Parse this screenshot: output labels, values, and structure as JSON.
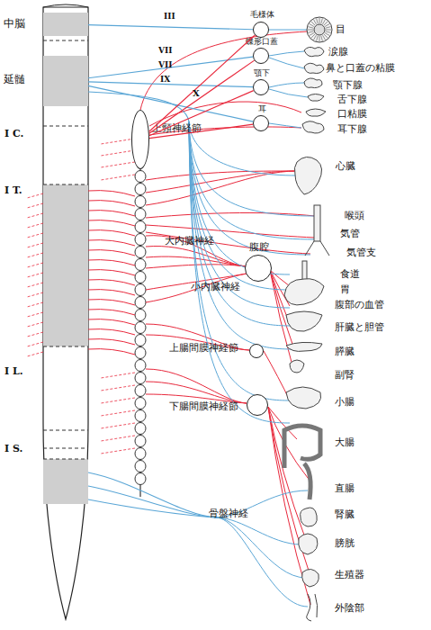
{
  "diagram": {
    "nodes": [
      {
        "text": [
          "中脳"
        ]
      },
      {
        "text": [
          "延髄"
        ]
      },
      {
        "text": [
          "毛様体"
        ]
      },
      {
        "text": [
          "蝶形口蓋"
        ]
      },
      {
        "text": [
          "顎下"
        ]
      },
      {
        "text": [
          "耳"
        ]
      },
      {
        "text": [
          "上頸神経節"
        ]
      },
      {
        "text": [
          "腹腔"
        ]
      },
      {
        "text": [
          "上腸間膜神経節"
        ]
      },
      {
        "text": [
          "下腸間膜神経節"
        ]
      }
    ],
    "edges": [
      {
        "from": 0,
        "to": 2,
        "arrow": "none",
        "label": "III"
      },
      {
        "from": 1,
        "to": 3,
        "arrow": "none",
        "label": "VII"
      },
      {
        "from": 1,
        "to": 4,
        "arrow": "none",
        "label": "VII"
      },
      {
        "from": 1,
        "to": 5,
        "arrow": "none",
        "label": "IX"
      },
      {
        "from": 6,
        "to": 2,
        "arrow": "none"
      },
      {
        "from": 6,
        "to": 3,
        "arrow": "none"
      },
      {
        "from": 6,
        "to": 4,
        "arrow": "none"
      },
      {
        "from": 6,
        "to": 5,
        "arrow": "none"
      }
    ],
    "labels": [
      "I C.",
      "I T.",
      "I L.",
      "I S.",
      "X",
      "大内臓神経",
      "小内臓神経",
      "骨盤神経",
      "目",
      "涙腺",
      "鼻と口蓋の粘膜",
      "顎下腺",
      "舌下腺",
      "口粘膜",
      "耳下腺",
      "心臓",
      "喉頭",
      "気管",
      "気管支",
      "食道",
      "胃",
      "腹部の血管",
      "肝臓と胆管",
      "膵臓",
      "副腎",
      "小腸",
      "大腸",
      "直腸",
      "腎臓",
      "膀胱",
      "生殖器",
      "外陰部"
    ]
  }
}
